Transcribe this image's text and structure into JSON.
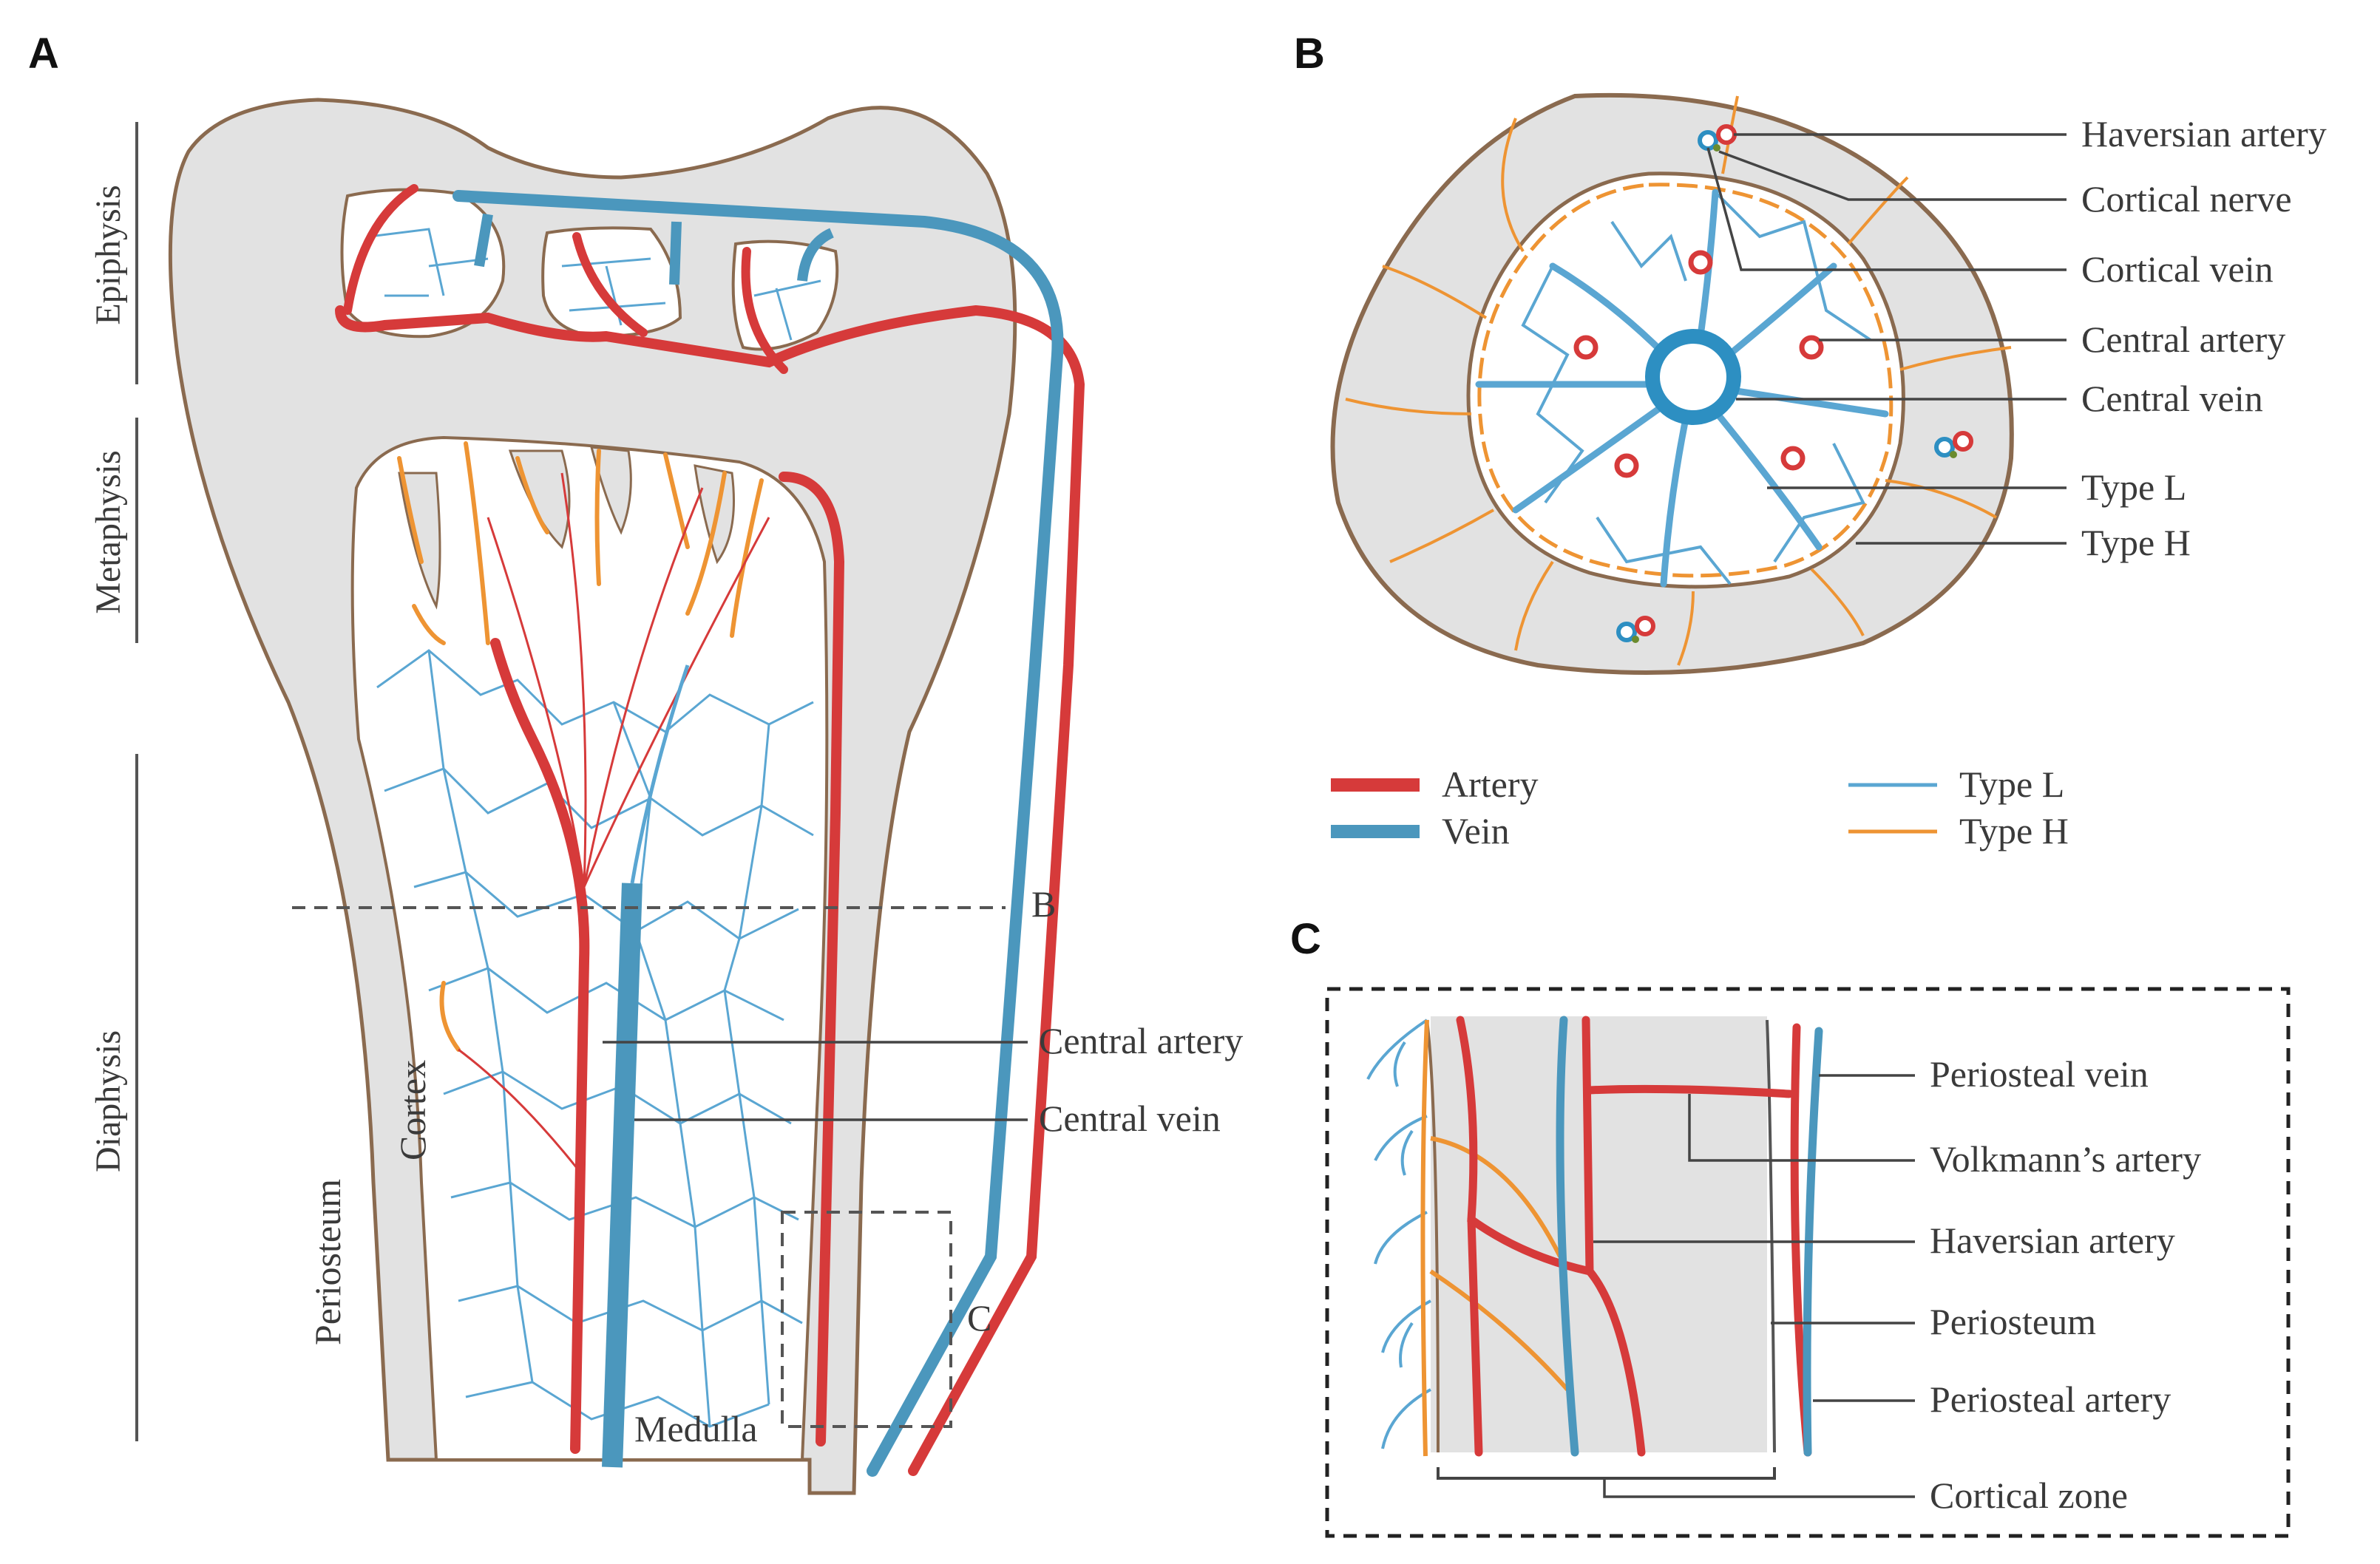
{
  "panels": {
    "a": "A",
    "b": "B",
    "c": "C"
  },
  "panel_a": {
    "zones": {
      "epiphysis": "Epiphysis",
      "metaphysis": "Metaphysis",
      "diaphysis": "Diaphysis"
    },
    "tissue": {
      "periosteum": "Periosteum",
      "cortex": "Cortex",
      "medulla": "Medulla"
    },
    "section_markers": {
      "b": "B",
      "c": "C"
    },
    "callouts": {
      "central_artery": "Central artery",
      "central_vein": "Central vein"
    }
  },
  "panel_b": {
    "callouts": {
      "haversian_artery": "Haversian artery",
      "cortical_nerve": "Cortical nerve",
      "cortical_vein": "Cortical vein",
      "central_artery": "Central artery",
      "central_vein": "Central vein",
      "type_l": "Type L",
      "type_h": "Type H"
    }
  },
  "legend": {
    "artery": "Artery",
    "vein": "Vein",
    "type_l": "Type L",
    "type_h": "Type H"
  },
  "panel_c": {
    "callouts": {
      "periosteal_vein": "Periosteal vein",
      "volkmanns_artery": "Volkmann’s artery",
      "haversian_artery": "Haversian artery",
      "periosteum": "Periosteum",
      "periosteal_artery": "Periosteal artery",
      "cortical_zone": "Cortical zone"
    }
  },
  "colors": {
    "artery": "#d63a3a",
    "vein": "#4b97bd",
    "type_l": "#5aa6d2",
    "type_h": "#ee9433",
    "bone": "#e2e2e2",
    "outline": "#8a6a4f"
  }
}
